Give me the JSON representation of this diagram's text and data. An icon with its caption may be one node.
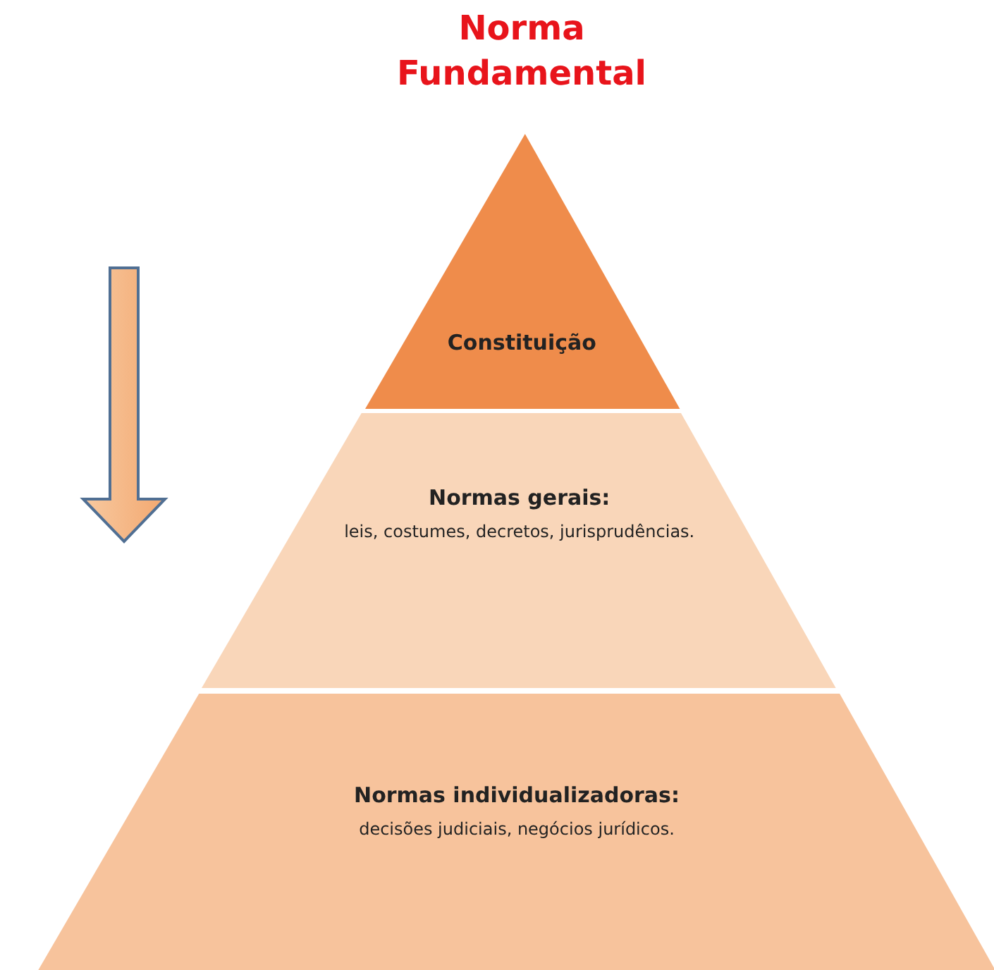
{
  "diagram": {
    "title": "Norma Fundamental",
    "nodes": [
      {
        "text": [
          "Constituição"
        ]
      },
      {
        "text": [
          "Normas gerais:",
          "leis, costumes, decretos, jurisprudências."
        ]
      },
      {
        "text": [
          "**Normas individualizadoras**:",
          "decisões judiciais, negócios jurídicos."
        ]
      }
    ]
  }
}
